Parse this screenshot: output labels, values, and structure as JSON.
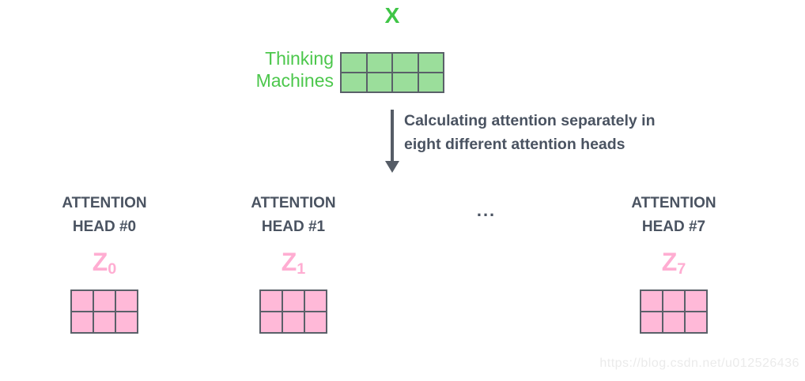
{
  "colors": {
    "green_label": "#3fc546",
    "green_row_text": "#4cc74c",
    "green_cell": "#9bde9b",
    "pink_label": "#ffadd2",
    "pink_cell": "#ffb9d8",
    "matrix_border": "#5a6069",
    "dark_text": "#4a5361",
    "arrow": "#555c66",
    "watermark_text": "#ebebeb",
    "background": "#ffffff"
  },
  "input": {
    "matrix_label": "X",
    "row_labels": [
      "Thinking",
      "Machines"
    ],
    "grid": {
      "rows": 2,
      "cols": 4
    }
  },
  "arrow_caption": {
    "line1": "Calculating attention separately in",
    "line2": "eight different attention heads"
  },
  "heads": [
    {
      "title_line1": "ATTENTION",
      "title_line2": "HEAD #0",
      "z_base": "Z",
      "z_sub": "0",
      "grid": {
        "rows": 2,
        "cols": 3
      }
    },
    {
      "title_line1": "ATTENTION",
      "title_line2": "HEAD #1",
      "z_base": "Z",
      "z_sub": "1",
      "grid": {
        "rows": 2,
        "cols": 3
      }
    },
    {
      "title_line1": "ATTENTION",
      "title_line2": "HEAD #7",
      "z_base": "Z",
      "z_sub": "7",
      "grid": {
        "rows": 2,
        "cols": 3
      }
    }
  ],
  "ellipsis": "...",
  "watermark": "https://blog.csdn.net/u012526436"
}
